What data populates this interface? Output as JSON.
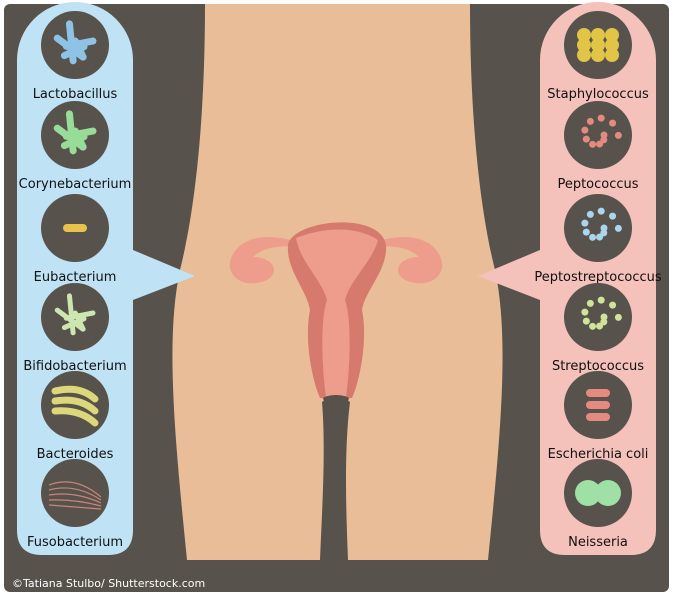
{
  "colors": {
    "background": "#57524c",
    "skin": "#e9bd98",
    "left_panel": "#bfe3f5",
    "right_panel": "#f5c1bb",
    "uterus": "#ee9c8c",
    "uterus_dark": "#d77a6e"
  },
  "left_panel": {
    "items": [
      {
        "label": "Lactobacillus",
        "icon": "rod-bacteria-icon",
        "color": "#8fc3e6"
      },
      {
        "label": "Corynebacterium",
        "icon": "club-bacteria-icon",
        "color": "#98dc9a"
      },
      {
        "label": "Eubacterium",
        "icon": "ciliated-rod-icon",
        "color": "#e8c24a"
      },
      {
        "label": "Bifidobacterium",
        "icon": "branched-bacteria-icon",
        "color": "#cde6b0"
      },
      {
        "label": "Bacteroides",
        "icon": "curved-rod-icon",
        "color": "#dcd77a"
      },
      {
        "label": "Fusobacterium",
        "icon": "fusiform-bacteria-icon",
        "color": "#c9857c"
      }
    ]
  },
  "right_panel": {
    "items": [
      {
        "label": "Staphylococcus",
        "icon": "cocci-cluster-icon",
        "color": "#e2c446"
      },
      {
        "label": "Peptococcus",
        "icon": "cocci-chain-icon",
        "color": "#e58a80"
      },
      {
        "label": "Peptostreptococcus",
        "icon": "cocci-chain-icon",
        "color": "#a9d6ee"
      },
      {
        "label": "Streptococcus",
        "icon": "cocci-chain-icon",
        "color": "#cfe39a"
      },
      {
        "label": "Escherichia coli",
        "icon": "flagellated-rod-icon",
        "color": "#e58a80"
      },
      {
        "label": "Neisseria",
        "icon": "diplococcus-icon",
        "color": "#9fe0a6"
      }
    ]
  },
  "credit": "©Tatiana Stulbo/ Shutterstock.com"
}
